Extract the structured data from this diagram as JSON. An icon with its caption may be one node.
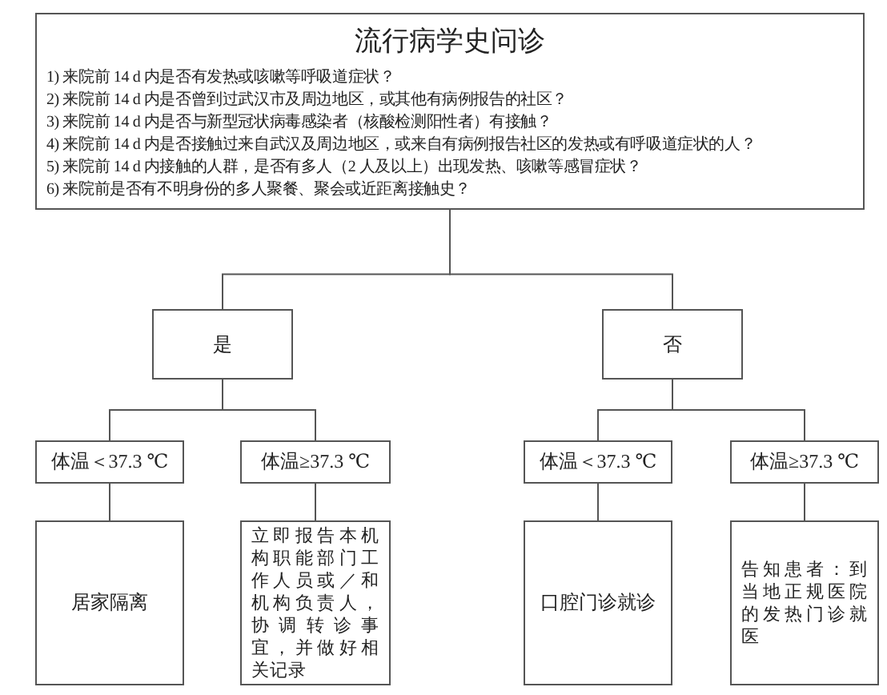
{
  "diagram": {
    "nodes": [
      {
        "text": [
          "流行病学史问诊",
          "1) 来院前 14 d 内是否有发热或咳嗽等呼吸道症状？",
          "2) 来院前 14 d 内是否曾到过武汉市及周边地区，或其他有病例报告的社区？",
          "3) 来院前 14 d 内是否与新型冠状病毒感染者（核酸检测阳性者）有接触？",
          "4) 来院前 14 d 内是否接触过来自武汉及周边地区，或来自有病例报告社区的发热或有呼吸道症状的人？",
          "5) 来院前 14 d 内接触的人群，是否有多人（2 人及以上）出现发热、咳嗽等感冒症状？",
          "6) 来院前是否有不明身份的多人聚餐、聚会或近距离接触史？"
        ]
      },
      {
        "text": [
          "是"
        ]
      },
      {
        "text": [
          "否"
        ]
      },
      {
        "text": [
          "体温＜37.3 ℃"
        ]
      },
      {
        "text": [
          "体温≥37.3 ℃"
        ]
      },
      {
        "text": [
          "体温＜37.3 ℃"
        ]
      },
      {
        "text": [
          "体温≥37.3 ℃"
        ]
      },
      {
        "text": [
          "居家隔离"
        ]
      },
      {
        "text": [
          "立即报告本机构职能部门工作人员或／和机构负责人，协调转诊事宜，并做好相关记录"
        ]
      },
      {
        "text": [
          "口腔门诊就诊"
        ]
      },
      {
        "text": [
          "告知患者：到当地正规医院的发热门诊就医"
        ]
      }
    ],
    "edges": [
      {
        "from": 0,
        "to": 1,
        "arrow": "none"
      },
      {
        "from": 0,
        "to": 2,
        "arrow": "none"
      },
      {
        "from": 1,
        "to": 3,
        "arrow": "none"
      },
      {
        "from": 1,
        "to": 4,
        "arrow": "none"
      },
      {
        "from": 2,
        "to": 5,
        "arrow": "none"
      },
      {
        "from": 2,
        "to": 6,
        "arrow": "none"
      },
      {
        "from": 3,
        "to": 7,
        "arrow": "none"
      },
      {
        "from": 4,
        "to": 8,
        "arrow": "none"
      },
      {
        "from": 5,
        "to": 9,
        "arrow": "none"
      },
      {
        "from": 6,
        "to": 10,
        "arrow": "none"
      }
    ]
  }
}
